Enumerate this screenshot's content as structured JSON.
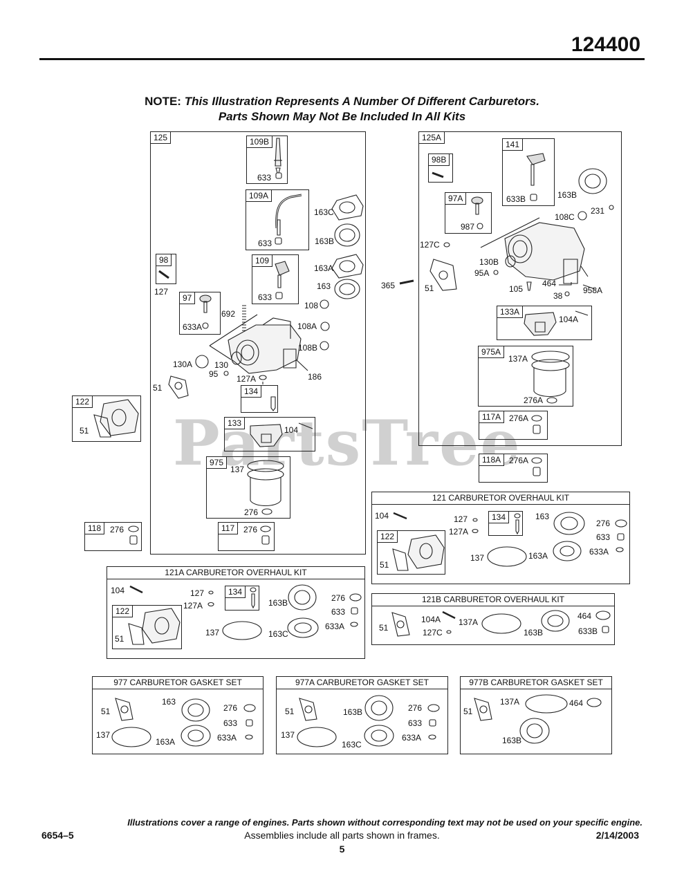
{
  "header": {
    "number": "124400"
  },
  "note": {
    "prefix": "NOTE:",
    "line1": "This Illustration Represents A Number Of Different Carburetors.",
    "line2": "Parts Shown May Not Be Included In All Kits"
  },
  "watermark": "PartsTree",
  "assemblies": {
    "a125": "125",
    "a125A": "125A"
  },
  "tags": {
    "t109B": "109B",
    "t109A": "109A",
    "t109": "109",
    "t98": "98",
    "t97": "97",
    "t134": "134",
    "t133": "133",
    "t975": "975",
    "t117": "117",
    "t118": "118",
    "t122": "122",
    "t98B": "98B",
    "t97A": "97A",
    "t141": "141",
    "t133A": "133A",
    "t975A": "975A",
    "t117A": "117A",
    "t118A": "118A",
    "k121_134": "134",
    "k121_122": "122",
    "k121A_134": "134",
    "k121A_122": "122"
  },
  "labels": {
    "l633_1": "633",
    "l633_2": "633",
    "l633_3": "633",
    "l163C": "163C",
    "l163B": "163B",
    "l163A": "163A",
    "l163": "163",
    "l108": "108",
    "l108A": "108A",
    "l108B": "108B",
    "l127": "127",
    "l633A": "633A",
    "l692": "692",
    "l130A": "130A",
    "l130": "130",
    "l95": "95",
    "l127A": "127A",
    "l186": "186",
    "l51a": "51",
    "l104": "104",
    "l137": "137",
    "l276a": "276",
    "l276b": "276",
    "l276c": "276",
    "l51b": "51",
    "l633B": "633B",
    "l163B_r": "163B",
    "l108C": "108C",
    "l231": "231",
    "l987": "987",
    "l127C": "127C",
    "l130B": "130B",
    "l95A": "95A",
    "l365": "365",
    "l51c": "51",
    "l105": "105",
    "l464": "464",
    "l38": "38",
    "l958A": "958A",
    "l104A": "104A",
    "l137A": "137A",
    "l276A_1": "276A",
    "l276A_2": "276A",
    "l276A_3": "276A"
  },
  "kits": {
    "k121": {
      "title": "121 CARBURETOR OVERHAUL KIT",
      "items": {
        "i104": "104",
        "i127": "127",
        "i127A": "127A",
        "i163": "163",
        "i276": "276",
        "i633": "633",
        "i633A": "633A",
        "i137": "137",
        "i163A": "163A",
        "i51": "51"
      }
    },
    "k121A": {
      "title": "121A CARBURETOR OVERHAUL KIT",
      "items": {
        "i104": "104",
        "i127": "127",
        "i127A": "127A",
        "i163B": "163B",
        "i276": "276",
        "i633": "633",
        "i633A": "633A",
        "i137": "137",
        "i163C": "163C",
        "i51": "51"
      }
    },
    "k121B": {
      "title": "121B CARBURETOR OVERHAUL KIT",
      "items": {
        "i51": "51",
        "i104A": "104A",
        "i127C": "127C",
        "i137A": "137A",
        "i163B": "163B",
        "i464": "464",
        "i633B": "633B"
      }
    },
    "k977": {
      "title": "977 CARBURETOR GASKET SET",
      "items": {
        "i51": "51",
        "i163": "163",
        "i276": "276",
        "i633": "633",
        "i137": "137",
        "i163A": "163A",
        "i633A": "633A"
      }
    },
    "k977A": {
      "title": "977A CARBURETOR GASKET SET",
      "items": {
        "i51": "51",
        "i163B": "163B",
        "i276": "276",
        "i633": "633",
        "i137": "137",
        "i163C": "163C",
        "i633A": "633A"
      }
    },
    "k977B": {
      "title": "977B CARBURETOR GASKET SET",
      "items": {
        "i51": "51",
        "i137A": "137A",
        "i464": "464",
        "i163B": "163B"
      }
    }
  },
  "footer": {
    "disclaimer": "Illustrations cover a range of engines. Parts shown without corresponding text may not be used on your specific engine.",
    "left": "6654–5",
    "center": "Assemblies include all parts shown in frames.",
    "right": "2/14/2003",
    "page": "5"
  }
}
